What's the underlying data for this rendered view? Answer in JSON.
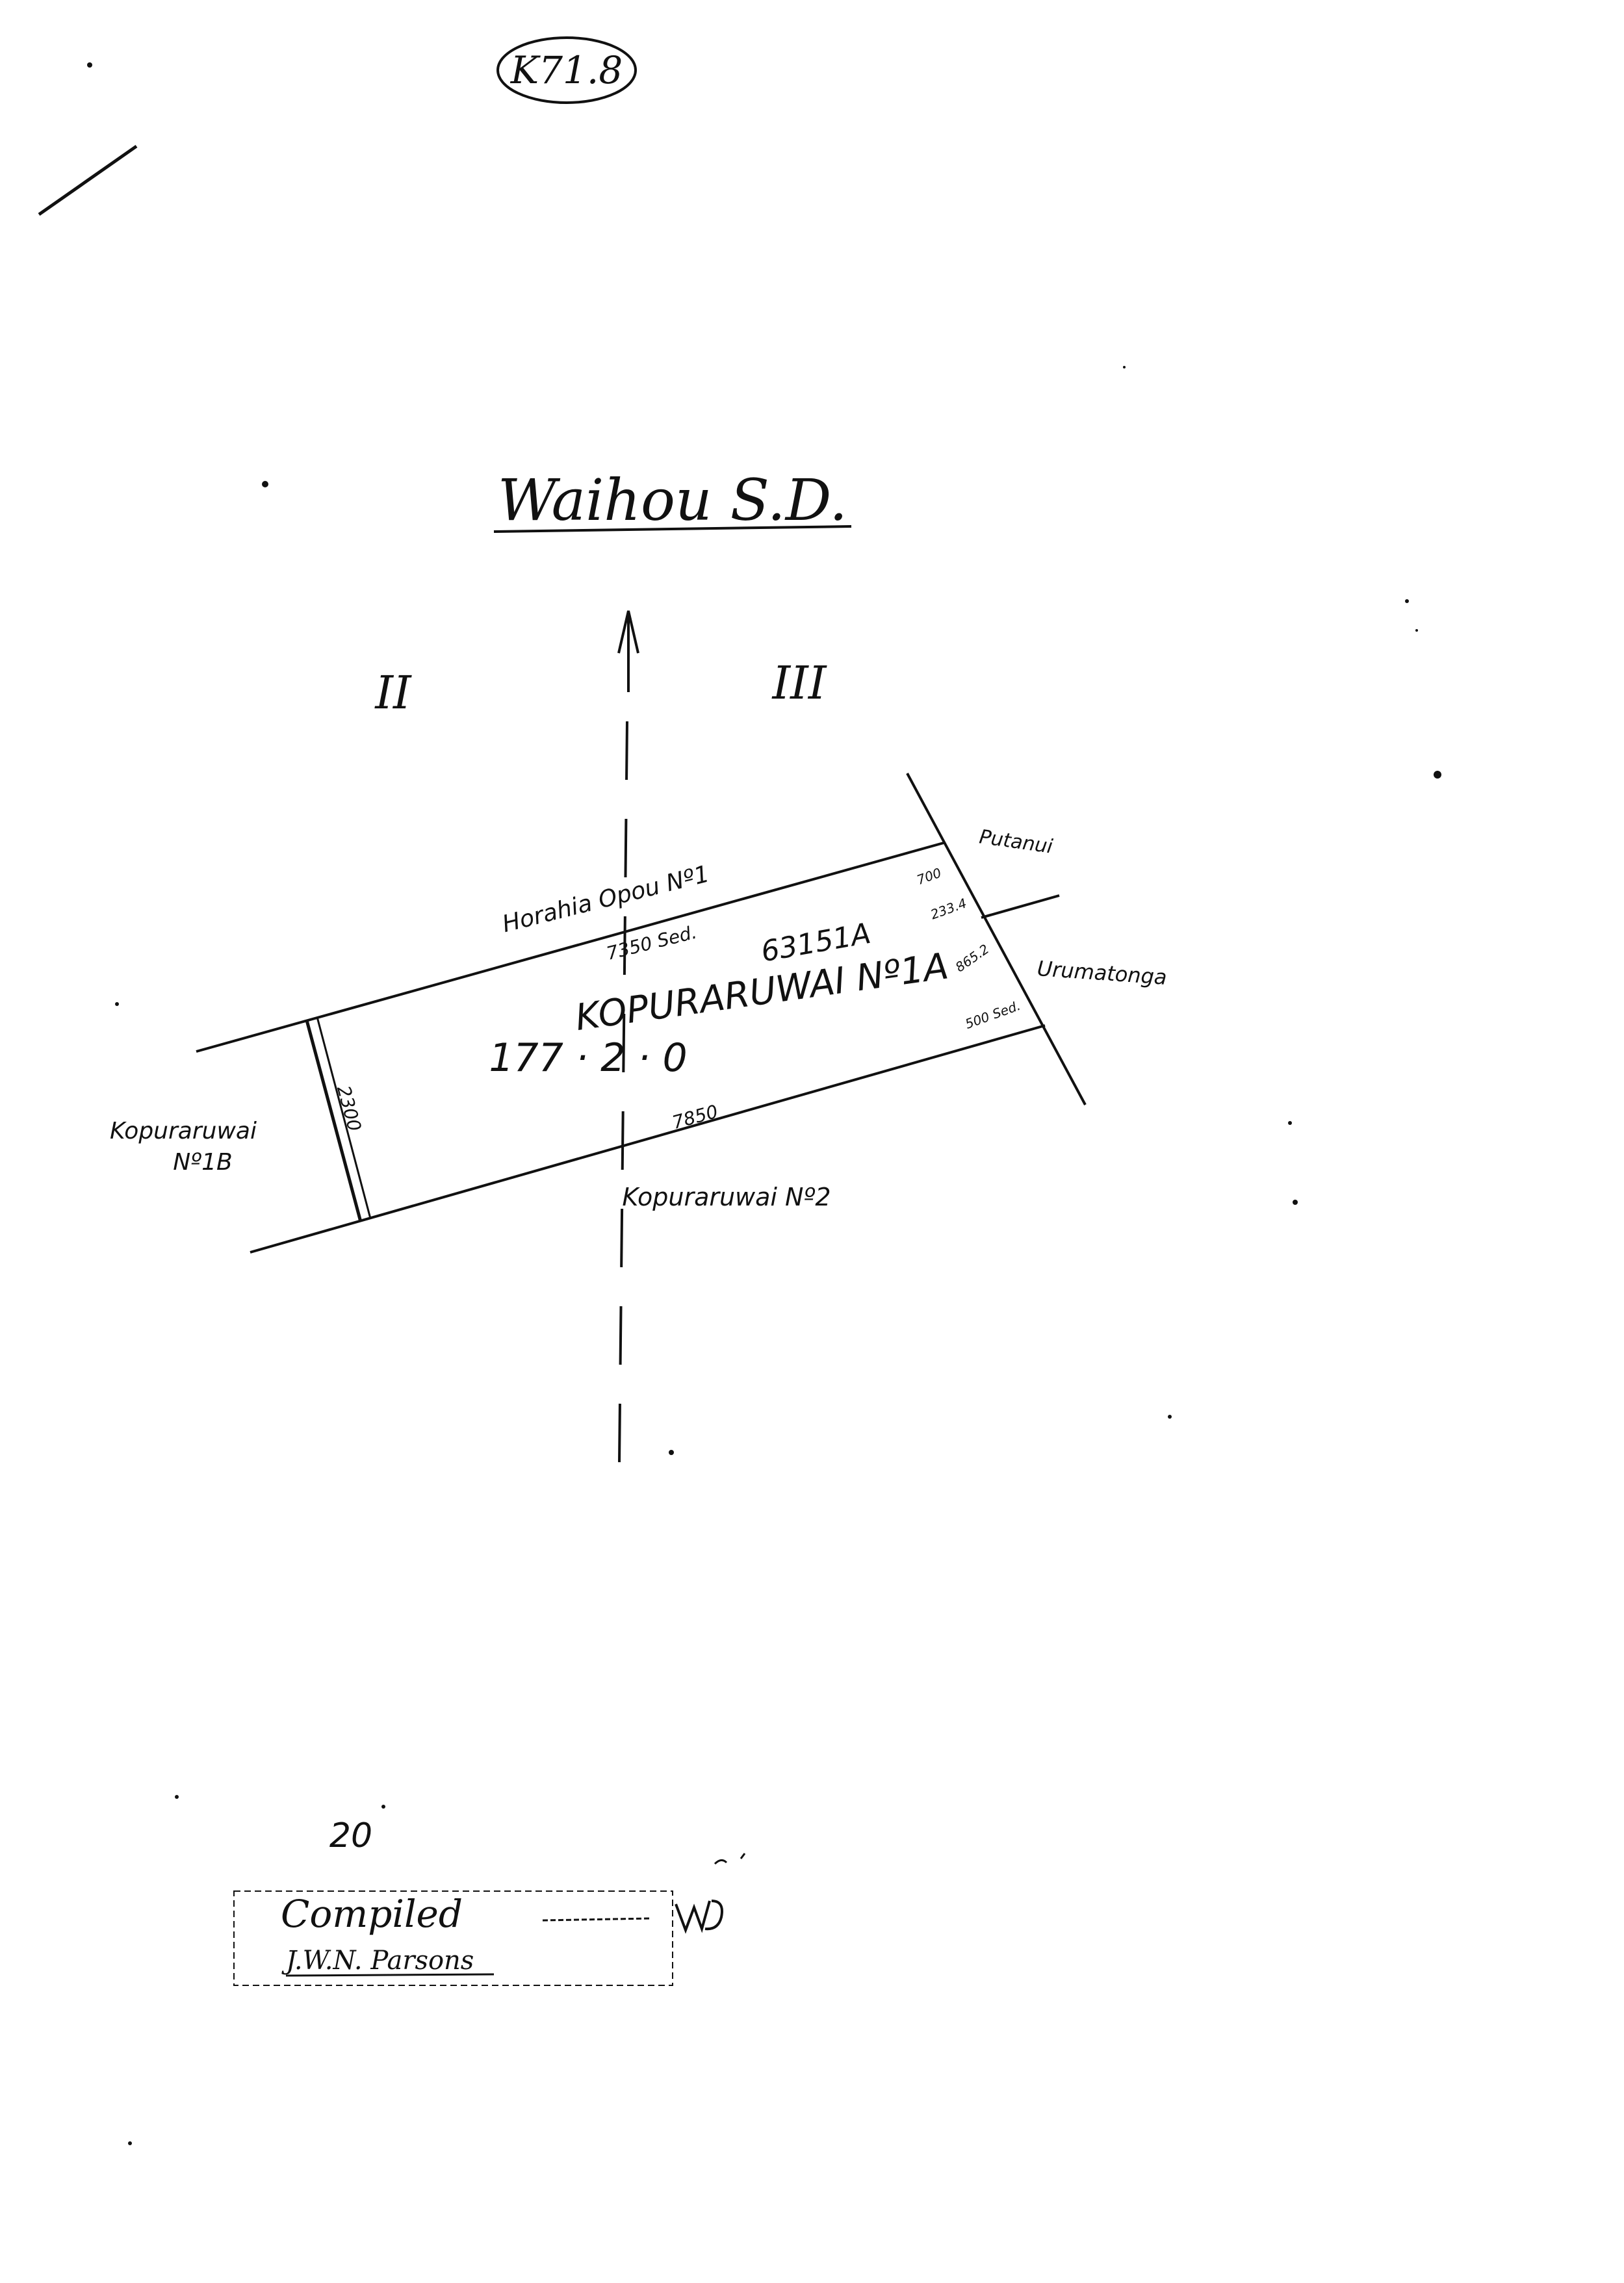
{
  "map_id": "K71.8",
  "survey_district": "Waihou S.D.",
  "block_left": "II",
  "block_right": "III",
  "block_label": "63151A",
  "parcel_name": "KOPURARUWAI Nº1A",
  "area": "177 · 2 · 0",
  "neighbours": {
    "north": "Horahia Opou Nº1",
    "northeast": "Putanui",
    "east": "Urumatonga",
    "south": "Kopuraruwai Nº2",
    "west_line1": "Kopuraruwai",
    "west_line2": "Nº1B"
  },
  "measurements": {
    "north_side": "7350 Sed.",
    "south_side": "7850",
    "west_side": "2300",
    "east_top": "700",
    "east_mid1": "233.4",
    "east_mid2": "865.2",
    "east_bottom": "500 Sed."
  },
  "stamp": {
    "day": "20",
    "compiled": "Compiled",
    "signature": "J.W.N. Parsons"
  }
}
